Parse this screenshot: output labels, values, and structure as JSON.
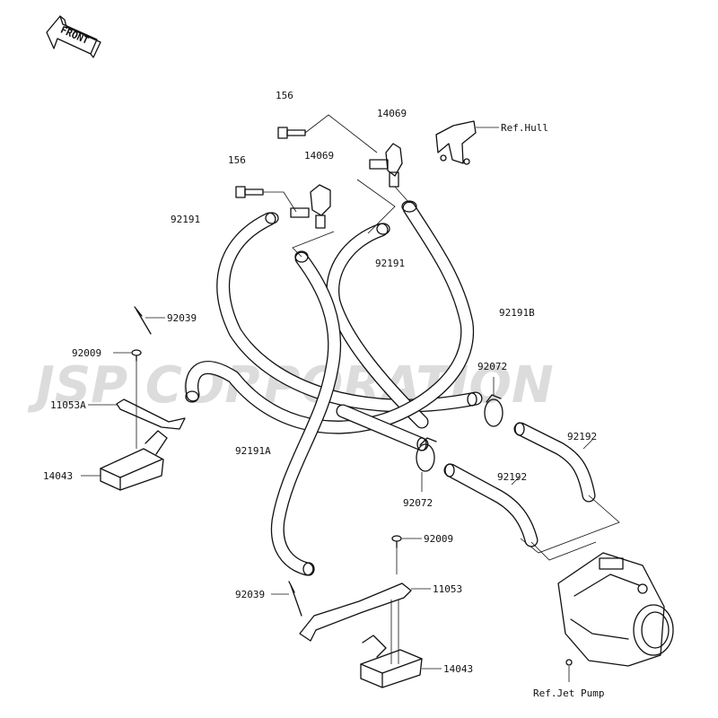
{
  "watermark": "JSP CORPORATION",
  "orientation": {
    "label": "FRONT"
  },
  "parts": {
    "bolt_upper": "156",
    "bolt_lower": "156",
    "fitting_upper": "14069",
    "fitting_lower": "14069",
    "ref_hull": "Ref.Hull",
    "hose_left": "92191",
    "hose_mid": "92191",
    "hose_right": "92191B",
    "hose_long": "92191A",
    "tie_left": "92039",
    "tie_right": "92039",
    "screw_left": "92009",
    "screw_right": "92009",
    "bracket_left": "11053A",
    "bracket_right": "11053",
    "strainer_left": "14043",
    "strainer_right": "14043",
    "clamp_upper": "92072",
    "clamp_lower": "92072",
    "pipe_upper": "92192",
    "pipe_lower": "92192",
    "ref_jet_pump": "Ref.Jet Pump"
  }
}
